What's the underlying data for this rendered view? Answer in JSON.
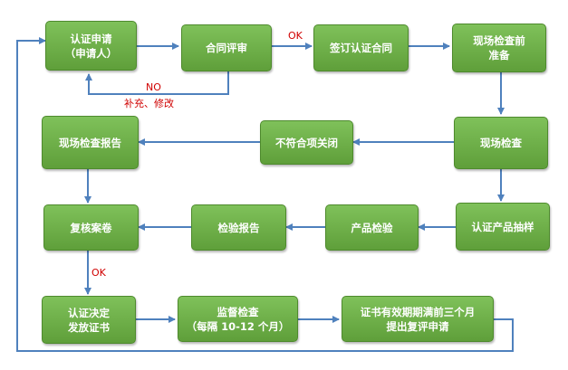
{
  "boxes": {
    "apply": "认证申请\n（申请人）",
    "review": "合同评审",
    "sign": "签订认证合同",
    "prepare": "现场检查前\n准备",
    "report": "现场检查报告",
    "close": "不符合项关闭",
    "inspect": "现场检查",
    "archive": "复核案卷",
    "testreport": "检验报告",
    "producttest": "产品检验",
    "sampling": "认证产品抽样",
    "decision": "认证决定\n发放证书",
    "supervise": "监督检查\n（每隔 10-12 个月）",
    "expire": "证书有效期期满前三个月\n提出复评申请"
  },
  "labels": {
    "ok1": "OK",
    "no": "NO",
    "supplement": "补充、修改",
    "ok2": "OK"
  },
  "colors": {
    "box_fill": "#6aaa44",
    "arrow": "#4f81bd",
    "label_red": "#d00000"
  }
}
